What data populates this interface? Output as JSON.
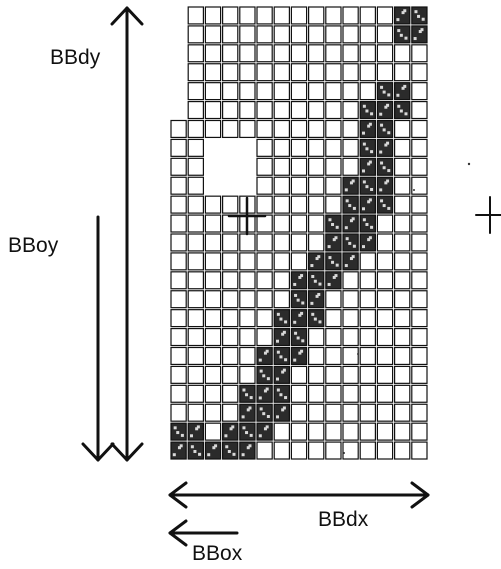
{
  "labels": {
    "bbdy": "BBdy",
    "bboy": "BBoy",
    "bbdx": "BBdx",
    "bbox": "BBox"
  },
  "grid": {
    "columns": 15,
    "rows": 24,
    "blank_cells": [
      [
        0,
        0
      ],
      [
        0,
        1
      ],
      [
        0,
        2
      ],
      [
        0,
        3
      ],
      [
        0,
        4
      ],
      [
        0,
        5
      ],
      [
        2,
        7
      ],
      [
        2,
        8
      ],
      [
        2,
        9
      ],
      [
        3,
        7
      ],
      [
        3,
        8
      ],
      [
        3,
        9
      ],
      [
        4,
        7
      ],
      [
        4,
        8
      ],
      [
        4,
        9
      ]
    ],
    "dark_cells": [
      [
        13,
        0
      ],
      [
        14,
        0
      ],
      [
        13,
        1
      ],
      [
        14,
        1
      ],
      [
        12,
        4
      ],
      [
        13,
        4
      ],
      [
        11,
        5
      ],
      [
        12,
        5
      ],
      [
        13,
        5
      ],
      [
        11,
        6
      ],
      [
        12,
        6
      ],
      [
        11,
        7
      ],
      [
        12,
        7
      ],
      [
        11,
        8
      ],
      [
        12,
        8
      ],
      [
        10,
        9
      ],
      [
        11,
        9
      ],
      [
        12,
        9
      ],
      [
        10,
        10
      ],
      [
        11,
        10
      ],
      [
        12,
        10
      ],
      [
        9,
        11
      ],
      [
        10,
        11
      ],
      [
        11,
        11
      ],
      [
        9,
        12
      ],
      [
        10,
        12
      ],
      [
        11,
        12
      ],
      [
        8,
        13
      ],
      [
        9,
        13
      ],
      [
        10,
        13
      ],
      [
        7,
        14
      ],
      [
        8,
        14
      ],
      [
        9,
        14
      ],
      [
        7,
        15
      ],
      [
        8,
        15
      ],
      [
        6,
        16
      ],
      [
        7,
        16
      ],
      [
        8,
        16
      ],
      [
        6,
        17
      ],
      [
        7,
        17
      ],
      [
        5,
        18
      ],
      [
        6,
        18
      ],
      [
        7,
        18
      ],
      [
        5,
        19
      ],
      [
        6,
        19
      ],
      [
        4,
        20
      ],
      [
        5,
        20
      ],
      [
        6,
        20
      ],
      [
        4,
        21
      ],
      [
        5,
        21
      ],
      [
        6,
        21
      ],
      [
        0,
        22
      ],
      [
        1,
        22
      ],
      [
        3,
        22
      ],
      [
        4,
        22
      ],
      [
        5,
        22
      ],
      [
        0,
        23
      ],
      [
        1,
        23
      ],
      [
        2,
        23
      ],
      [
        3,
        23
      ],
      [
        4,
        23
      ]
    ]
  },
  "colors": {
    "ink": "#111111",
    "cell_fill": "#ffffff",
    "dark_cell": "#2b2b2b",
    "dark_cell_speckle": "#d9d9d9"
  },
  "symbols": {
    "inner_marker": "plus-sign",
    "outer_marker": "plus-sign"
  }
}
